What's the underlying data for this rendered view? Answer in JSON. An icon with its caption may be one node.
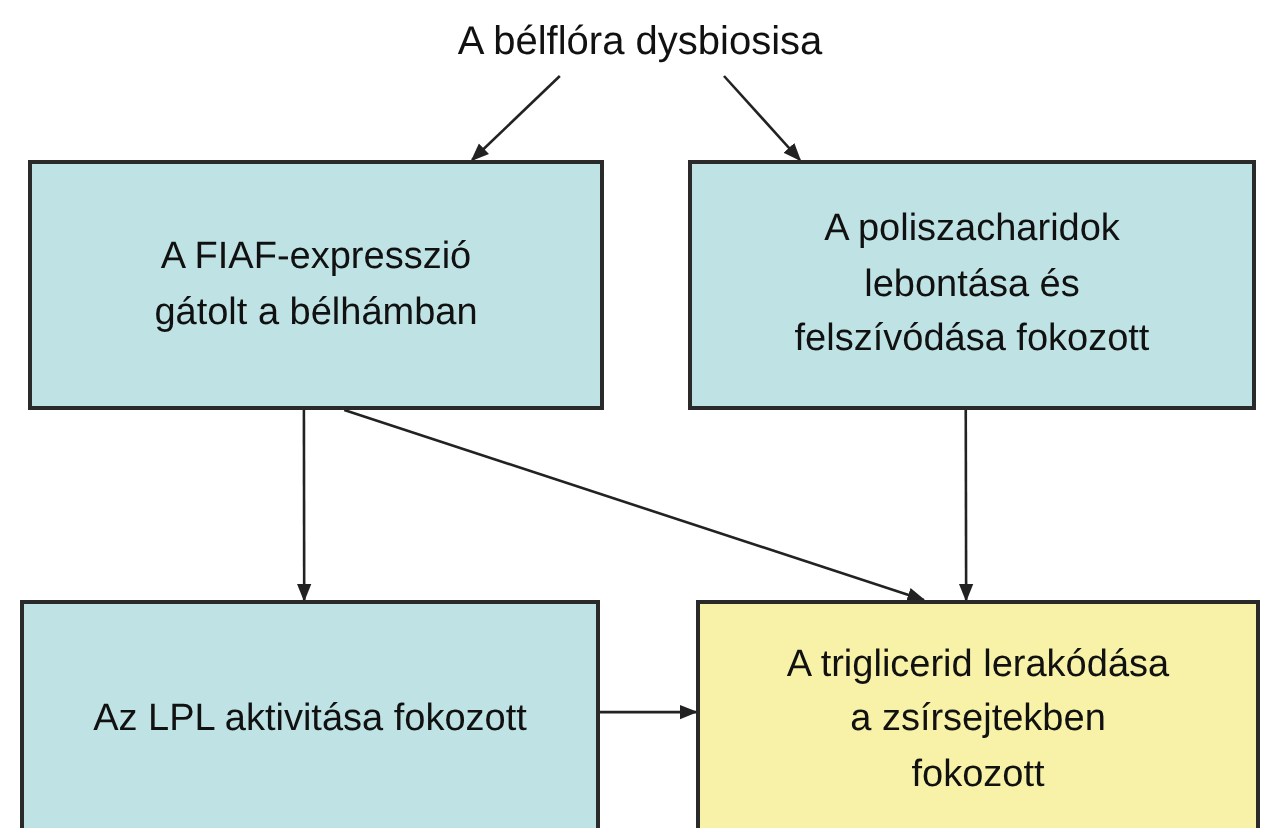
{
  "diagram": {
    "nodes": [
      {
        "text": [
          "A bélflóra dysbiosisa"
        ]
      },
      {
        "text": [
          "A FIAF-expresszió gátolt a bélhámban"
        ]
      },
      {
        "text": [
          "A poliszacharidok lebontása és felszívódása fokozott"
        ]
      },
      {
        "text": [
          "Az LPL aktivitása fokozott"
        ]
      },
      {
        "text": [
          "A triglicerid lerakódása a zsírsejtekben fokozott"
        ]
      }
    ],
    "edges": [
      {
        "from": 0,
        "to": 1,
        "arrow": "to"
      },
      {
        "from": 0,
        "to": 2,
        "arrow": "to"
      },
      {
        "from": 1,
        "to": 3,
        "arrow": "to"
      },
      {
        "from": 1,
        "to": 4,
        "arrow": "to"
      },
      {
        "from": 2,
        "to": 4,
        "arrow": "to"
      },
      {
        "from": 3,
        "to": 4,
        "arrow": "to"
      }
    ]
  }
}
